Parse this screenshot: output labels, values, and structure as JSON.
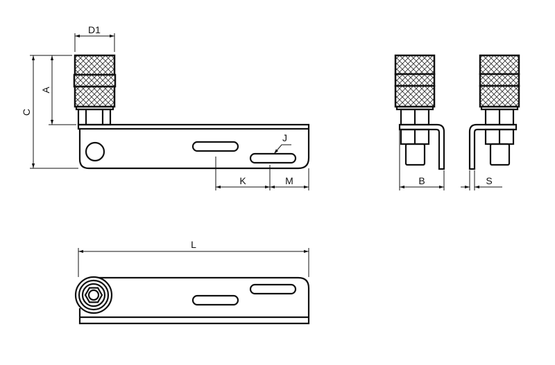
{
  "dimensions": {
    "d1": "D1",
    "a": "A",
    "c": "C",
    "j": "J",
    "k": "K",
    "m": "M",
    "b": "B",
    "s": "S",
    "l": "L"
  },
  "colors": {
    "line": "#111111",
    "background": "#ffffff"
  }
}
